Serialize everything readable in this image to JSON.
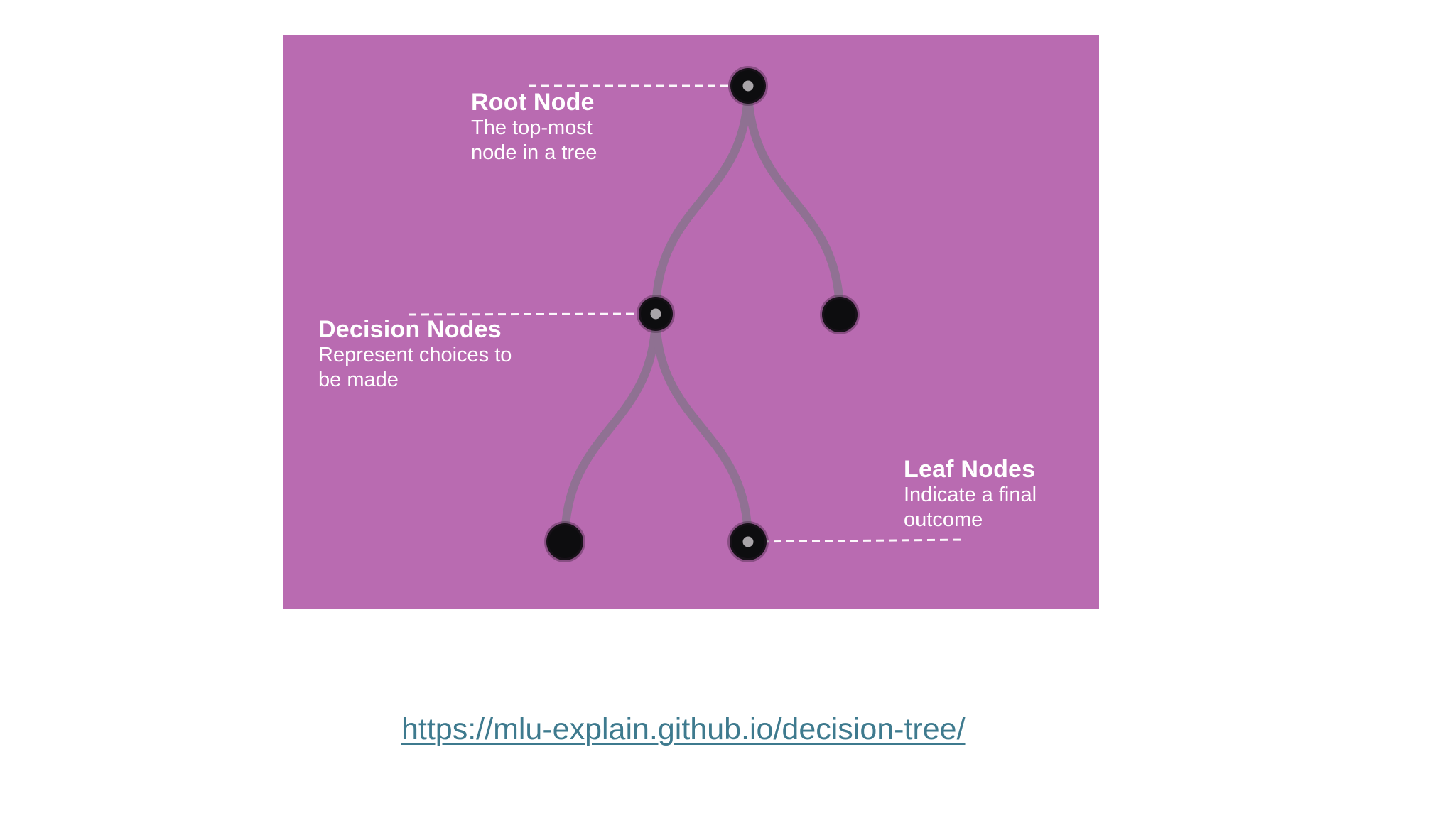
{
  "figure": {
    "panel_bg": "#b96bb1",
    "annotations": {
      "root": {
        "title": "Root Node",
        "desc1": "The top-most",
        "desc2": "node in a tree"
      },
      "decision": {
        "title": "Decision Nodes",
        "desc1": "Represent choices to",
        "desc2": "be made"
      },
      "leaf": {
        "title": "Leaf Nodes",
        "desc1": "Indicate a final",
        "desc2": "outcome"
      }
    },
    "structure": {
      "nodes": [
        "root",
        "decision",
        "right-child",
        "left-leaf",
        "right-leaf"
      ],
      "edges": [
        [
          "root",
          "decision"
        ],
        [
          "root",
          "right-child"
        ],
        [
          "decision",
          "left-leaf"
        ],
        [
          "decision",
          "right-leaf"
        ]
      ],
      "annotated_nodes": [
        "root",
        "decision",
        "right-leaf"
      ]
    },
    "colors": {
      "node": "#0d0d0f",
      "edge": "#8c7290",
      "callout_line": "#ffffff",
      "anchor_dot": "#a8a4a8"
    }
  },
  "link": {
    "text": "https://mlu-explain.github.io/decision-tree/",
    "color": "#3e7a8e"
  }
}
